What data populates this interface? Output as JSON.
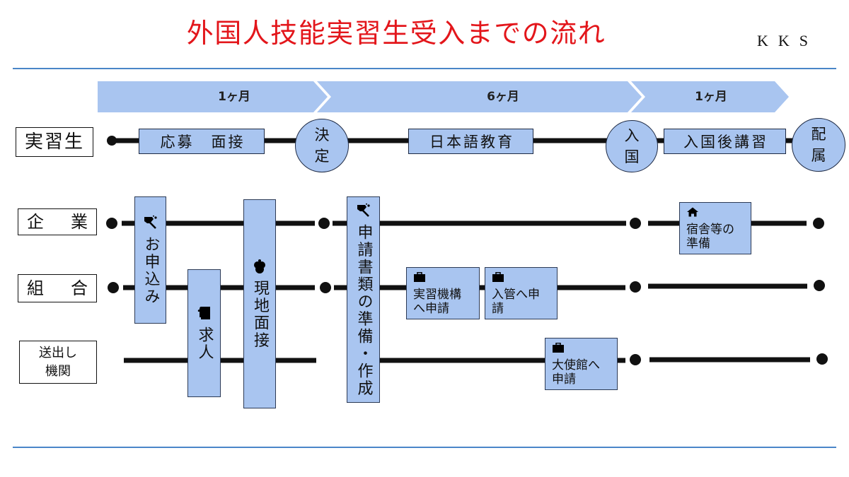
{
  "title": "外国人技能実習生受入までの流れ",
  "brand": "KKS",
  "colors": {
    "title": "#e3161b",
    "box_fill": "#a9c5f0",
    "divider": "#4a86c8",
    "line": "#111111"
  },
  "timeline": [
    {
      "label": "1ヶ月"
    },
    {
      "label": "6ヶ月"
    },
    {
      "label": "1ヶ月"
    }
  ],
  "rows": {
    "trainee": "実習生",
    "company": "企　業",
    "union": "組　合",
    "sending_org": "送出し機関"
  },
  "trainee_steps": [
    {
      "label": "応募　面接"
    },
    {
      "label": "決定"
    },
    {
      "label": "日本語教育"
    },
    {
      "label": "入国"
    },
    {
      "label": "入国後講習"
    },
    {
      "label": "配属"
    }
  ],
  "tasks": [
    {
      "label": "お申込み",
      "icon": "writing-hand-icon"
    },
    {
      "label": "求人",
      "icon": "document-icon"
    },
    {
      "label": "現地面接",
      "icon": "handshake-icon"
    },
    {
      "label": "申請書類の準備・作成",
      "icon": "writing-hand-icon"
    },
    {
      "label": "実習機構へ申請",
      "icon": "briefcase-icon"
    },
    {
      "label": "入管へ申請",
      "icon": "briefcase-icon"
    },
    {
      "label": "大使館へ申請",
      "icon": "briefcase-icon"
    },
    {
      "label": "宿舎等の準備",
      "icon": "home-icon"
    }
  ]
}
